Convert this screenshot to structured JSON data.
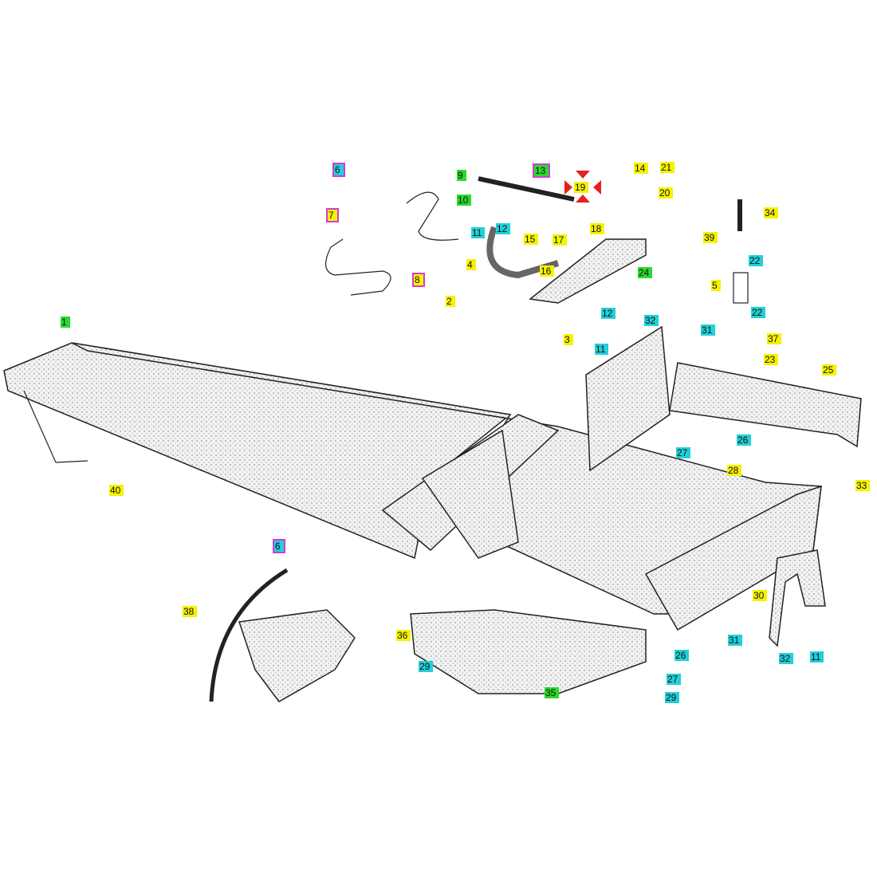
{
  "colors": {
    "yellow": "#f5f200",
    "cyan": "#22d0d8",
    "green": "#2bd92b",
    "magenta": "#d43ad4",
    "highlight_arrows": "#e8201c"
  },
  "callouts": [
    {
      "n": "6",
      "color": "cyan",
      "framed": true
    },
    {
      "n": "7",
      "color": "yellow",
      "framed": true
    },
    {
      "n": "8",
      "color": "yellow",
      "framed": true
    },
    {
      "n": "9",
      "color": "green"
    },
    {
      "n": "10",
      "color": "green"
    },
    {
      "n": "11",
      "color": "cyan"
    },
    {
      "n": "12",
      "color": "cyan"
    },
    {
      "n": "13",
      "color": "green",
      "framed": true
    },
    {
      "n": "19",
      "color": "yellow",
      "highlighted": true
    },
    {
      "n": "14",
      "color": "yellow"
    },
    {
      "n": "21",
      "color": "yellow"
    },
    {
      "n": "20",
      "color": "yellow"
    },
    {
      "n": "4",
      "color": "yellow"
    },
    {
      "n": "15",
      "color": "yellow"
    },
    {
      "n": "17",
      "color": "yellow"
    },
    {
      "n": "18",
      "color": "yellow"
    },
    {
      "n": "16",
      "color": "yellow"
    },
    {
      "n": "24",
      "color": "green"
    },
    {
      "n": "2",
      "color": "yellow"
    },
    {
      "n": "34",
      "color": "yellow"
    },
    {
      "n": "39",
      "color": "yellow"
    },
    {
      "n": "22",
      "color": "cyan"
    },
    {
      "n": "5",
      "color": "yellow"
    },
    {
      "n": "22",
      "color": "cyan"
    },
    {
      "n": "37",
      "color": "yellow"
    },
    {
      "n": "23",
      "color": "yellow"
    },
    {
      "n": "12",
      "color": "cyan"
    },
    {
      "n": "32",
      "color": "cyan"
    },
    {
      "n": "3",
      "color": "yellow"
    },
    {
      "n": "11",
      "color": "cyan"
    },
    {
      "n": "31",
      "color": "cyan"
    },
    {
      "n": "25",
      "color": "yellow"
    },
    {
      "n": "26",
      "color": "cyan"
    },
    {
      "n": "27",
      "color": "cyan"
    },
    {
      "n": "28",
      "color": "yellow"
    },
    {
      "n": "33",
      "color": "yellow"
    },
    {
      "n": "1",
      "color": "green"
    },
    {
      "n": "40",
      "color": "yellow"
    },
    {
      "n": "6",
      "color": "cyan",
      "framed": true
    },
    {
      "n": "38",
      "color": "yellow"
    },
    {
      "n": "36",
      "color": "yellow"
    },
    {
      "n": "29",
      "color": "cyan"
    },
    {
      "n": "26",
      "color": "cyan"
    },
    {
      "n": "27",
      "color": "cyan"
    },
    {
      "n": "29",
      "color": "cyan"
    },
    {
      "n": "35",
      "color": "green"
    },
    {
      "n": "30",
      "color": "yellow"
    },
    {
      "n": "31",
      "color": "cyan"
    },
    {
      "n": "32",
      "color": "cyan"
    },
    {
      "n": "11",
      "color": "cyan"
    }
  ]
}
